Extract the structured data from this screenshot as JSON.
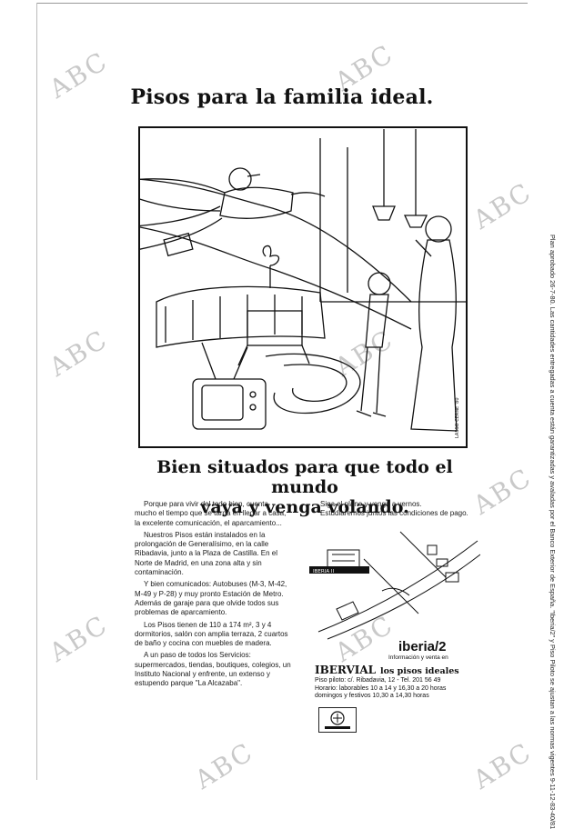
{
  "watermark": "ABC",
  "headline": "Pisos para la familia ideal.",
  "slogan_line1": "Bien situados para que todo el mundo",
  "slogan_line2": "vaya y venga volando.",
  "illustrator_signature": "LASSO CERNE '80",
  "left_column": [
    "Porque para vivir del todo bien, cuenta mucho el tiempo que se tarda en llegar a casa, la excelente comunicación, el aparcamiento...",
    "Nuestros Pisos están instalados en la prolongación de Generalísimo, en la calle Ribadavia, junto a la Plaza de Castilla. En el Norte de Madrid, en una zona alta y sin contaminación.",
    "Y bien comunicados: Autobuses (M-3, M-42, M-49 y P-28) y muy pronto Estación de Metro. Además de garaje para que olvide todos sus problemas de aparcamiento.",
    "Los Pisos tienen de 110 a 174 m², 3 y 4 dormitorios, salón con amplia terraza, 2 cuartos de baño y cocina con muebles de madera.",
    "A un paso de todos los Servicios: supermercados, tiendas, boutiques, colegios, un Instituto Nacional y enfrente, un extenso y estupendo parque \"La Alcazaba\"."
  ],
  "right_column_top": [
    "Siga el plano y venga a vernos.",
    "Estudiaremos juntos las condiciones de pago."
  ],
  "map_label": "IBERIA II",
  "brand": "iberia/2",
  "brand_sub": "Información y venta en",
  "company": "IBERVIAL",
  "company_tag": "los pisos ideales",
  "address_lines": [
    "Piso piloto: c/. Ribadavia, 12 - Tel. 201 56 49",
    "Horario: laborables 10 a 14 y 16,30 a 20 horas",
    "domingos y festivos 10,30 a 14,30 horas"
  ],
  "side_note": "Plan aprobado 26-7-80. Las cantidades entregadas a cuenta están garantizadas y avaladas por el Banco Exterior de España. \"Iberia/2\" y Piso Piloto se ajustan a las normas vigentes 9-11-12-83-40/81"
}
